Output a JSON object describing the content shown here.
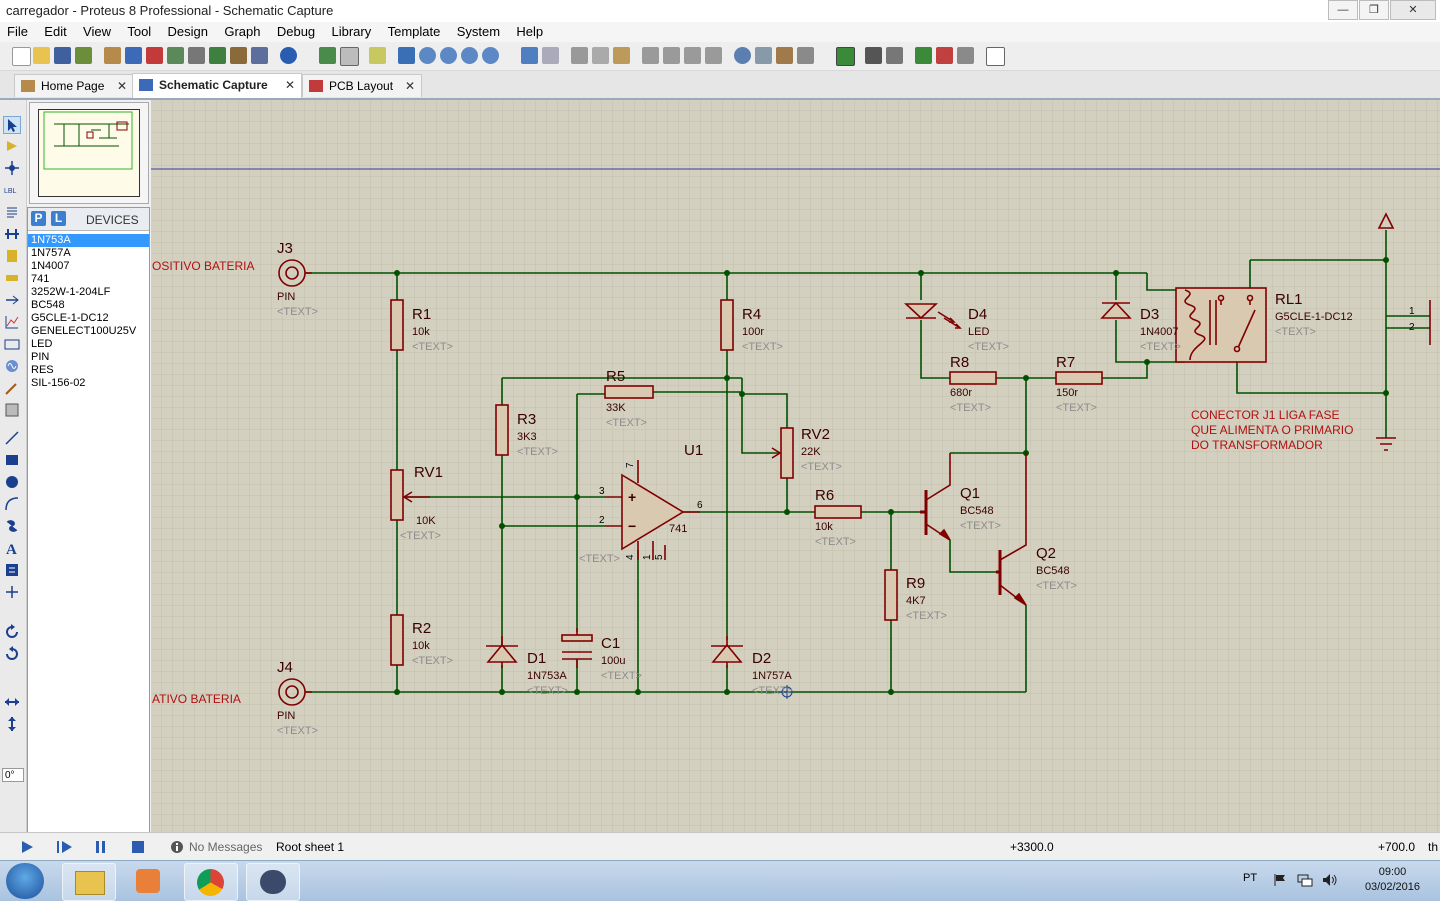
{
  "window": {
    "title": "carregador - Proteus 8 Professional - Schematic Capture",
    "buttons": {
      "minimize": "—",
      "maximize": "❐",
      "close": "✕"
    }
  },
  "menu": [
    "File",
    "Edit",
    "View",
    "Tool",
    "Design",
    "Graph",
    "Debug",
    "Library",
    "Template",
    "System",
    "Help"
  ],
  "tabs": [
    {
      "label": "Home Page",
      "icon": "home-icon",
      "active": false
    },
    {
      "label": "Schematic Capture",
      "icon": "schematic-icon",
      "active": true
    },
    {
      "label": "PCB Layout",
      "icon": "pcb-icon",
      "active": false
    }
  ],
  "tab_close": "✕",
  "sidebar": {
    "rotation": "0°",
    "pick_label": "P",
    "library_label": "L",
    "devices_title": "DEVICES",
    "devices": [
      "1N753A",
      "1N757A",
      "1N4007",
      "741",
      "3252W-1-204LF",
      "BC548",
      "G5CLE-1-DC12",
      "GENELECT100U25V",
      "LED",
      "PIN",
      "RES",
      "SIL-156-02"
    ],
    "selected_device": "1N753A"
  },
  "schematic": {
    "text_placeholder": "<TEXT>",
    "net_labels": {
      "positive": "OSITIVO BATERIA",
      "negative": "ATIVO BATERIA"
    },
    "note": [
      "CONECTOR J1 LIGA FASE",
      "QUE ALIMENTA O PRIMARIO",
      "DO TRANSFORMADOR"
    ],
    "components": {
      "J3": {
        "ref": "J3",
        "value": "PIN"
      },
      "J4": {
        "ref": "J4",
        "value": "PIN"
      },
      "R1": {
        "ref": "R1",
        "value": "10k"
      },
      "R2": {
        "ref": "R2",
        "value": "10k"
      },
      "RV1": {
        "ref": "RV1",
        "value": "10K"
      },
      "R3": {
        "ref": "R3",
        "value": "3K3"
      },
      "R5": {
        "ref": "R5",
        "value": "33K"
      },
      "R4": {
        "ref": "R4",
        "value": "100r"
      },
      "RV2": {
        "ref": "RV2",
        "value": "22K"
      },
      "U1": {
        "ref": "U1",
        "value": "741"
      },
      "R6": {
        "ref": "R6",
        "value": "10k"
      },
      "R9": {
        "ref": "R9",
        "value": "4K7"
      },
      "Q1": {
        "ref": "Q1",
        "value": "BC548"
      },
      "Q2": {
        "ref": "Q2",
        "value": "BC548"
      },
      "D1": {
        "ref": "D1",
        "value": "1N753A"
      },
      "D2": {
        "ref": "D2",
        "value": "1N757A"
      },
      "C1": {
        "ref": "C1",
        "value": "100u"
      },
      "D4": {
        "ref": "D4",
        "value": "LED"
      },
      "R8": {
        "ref": "R8",
        "value": "680r"
      },
      "R7": {
        "ref": "R7",
        "value": "150r"
      },
      "D3": {
        "ref": "D3",
        "value": "1N4007"
      },
      "RL1": {
        "ref": "RL1",
        "value": "G5CLE-1-DC12"
      }
    },
    "pins": {
      "p3": "3",
      "p2": "2",
      "p6": "6",
      "p7": "7",
      "p4": "4",
      "p1": "1",
      "p5": "5",
      "plus": "+",
      "minus": "−",
      "c1": "1",
      "c2": "2"
    }
  },
  "status": {
    "messages": "No Messages",
    "sheet": "Root sheet 1",
    "coord_x": "+3300.0",
    "coord_y": "+700.0",
    "unit": "th"
  },
  "taskbar": {
    "language": "PT",
    "time": "09:00",
    "date": "03/02/2016"
  },
  "colors": {
    "wire": "#005000",
    "component": "#800000",
    "text_gray": "#8c8c8c",
    "grid": "#c3bfaf",
    "canvas": "#d4d0c0",
    "note": "#b01010"
  }
}
